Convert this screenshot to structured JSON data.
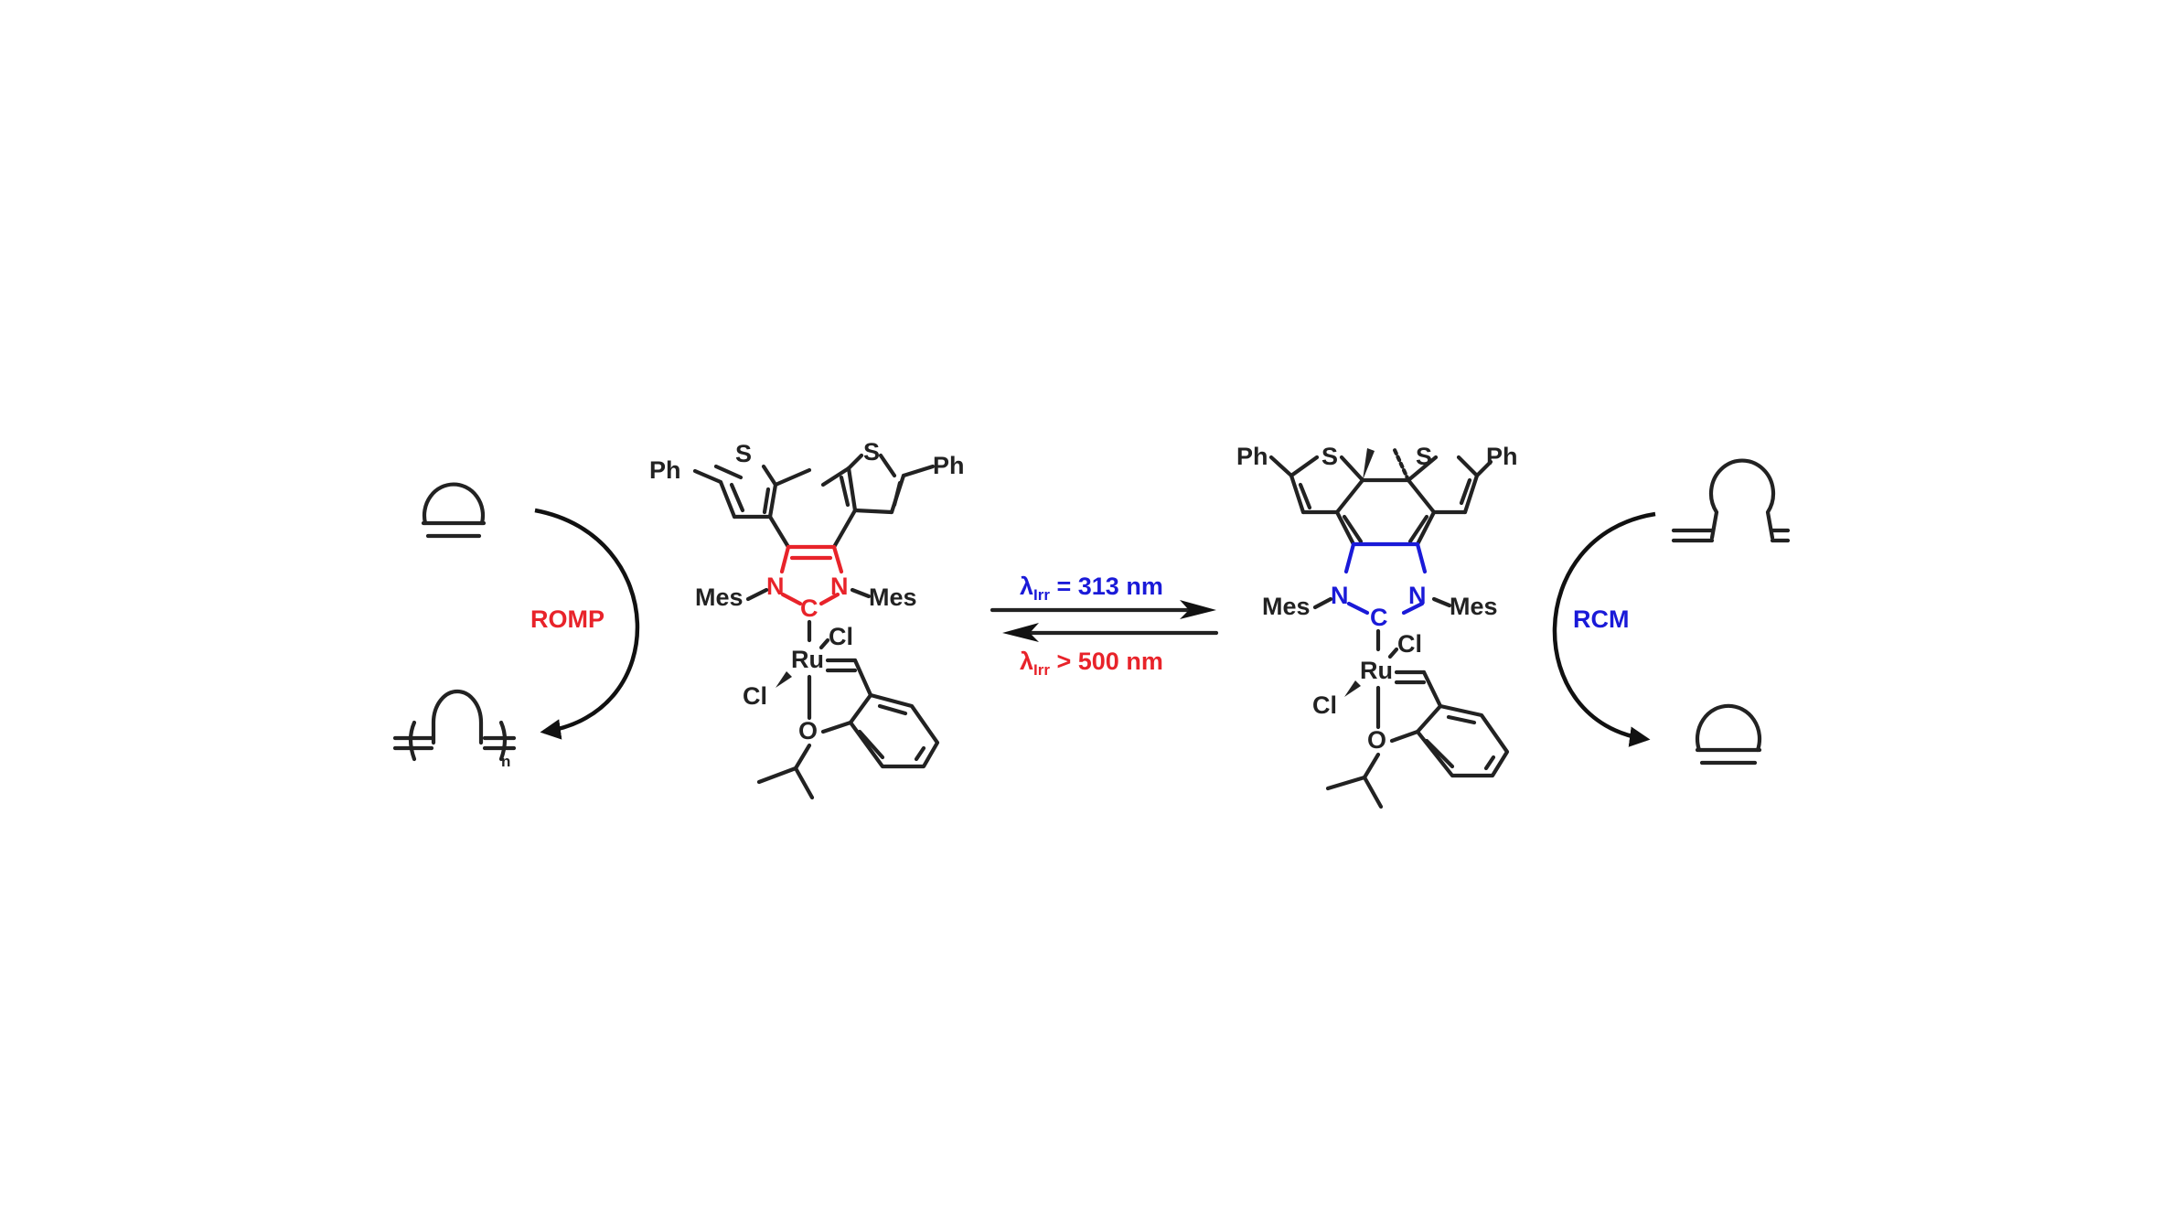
{
  "colors": {
    "red": "#e8232a",
    "blue": "#1a1ad8",
    "ink": "#222222",
    "background": "#ffffff"
  },
  "left_cycle": {
    "label": "ROMP",
    "subscript": "n"
  },
  "right_cycle": {
    "label": "RCM"
  },
  "open_complex": {
    "ph_left": "Ph",
    "ph_right": "Ph",
    "s_left": "S",
    "s_right": "S",
    "n_left": "N",
    "n_right": "N",
    "carbene_c": "C",
    "mes_left": "Mes",
    "mes_right": "Mes",
    "metal": "Ru",
    "cl_top": "Cl",
    "cl_bottom": "Cl",
    "oxygen": "O"
  },
  "closed_complex": {
    "ph_left": "Ph",
    "ph_right": "Ph",
    "s_left": "S",
    "s_right": "S",
    "n_left": "N",
    "n_right": "N",
    "carbene_c": "C",
    "mes_left": "Mes",
    "mes_right": "Mes",
    "metal": "Ru",
    "cl_top": "Cl",
    "cl_bottom": "Cl",
    "oxygen": "O"
  },
  "forward_condition": {
    "lambda": "λ",
    "subscript": "Irr",
    "value": " = 313 nm"
  },
  "reverse_condition": {
    "lambda": "λ",
    "subscript": "Irr",
    "value": " > 500 nm"
  }
}
